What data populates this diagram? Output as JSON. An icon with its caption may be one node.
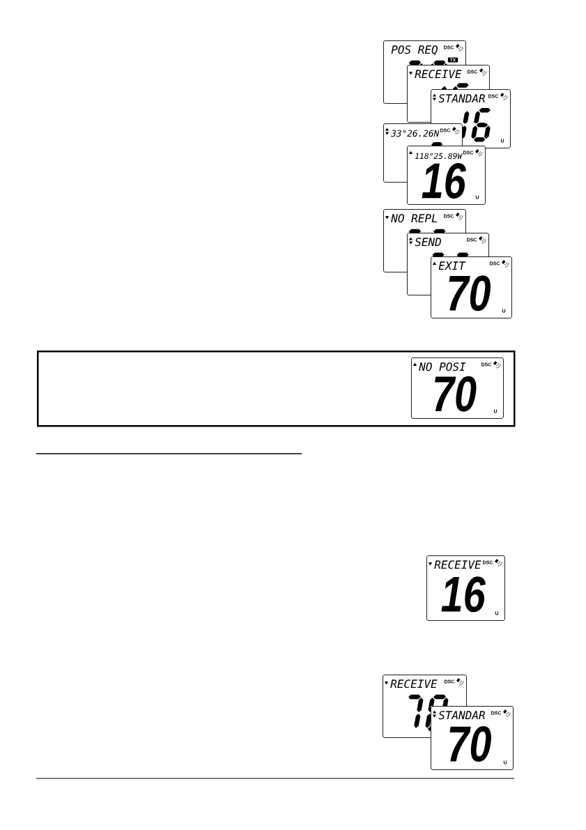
{
  "diagram": {
    "nodes": [
      {
        "text": [
          "POS REQ",
          "DSC",
          "TX"
        ]
      },
      {
        "text": [
          "RECEIVE",
          "DSC"
        ]
      },
      {
        "text": [
          "STANDAR",
          "DSC",
          "U"
        ]
      },
      {
        "text": [
          "33°26.26N",
          "DSC"
        ]
      },
      {
        "text": [
          "118°25.89W",
          "DSC",
          "16",
          "U"
        ]
      },
      {
        "text": [
          "NO REPL",
          "DSC"
        ]
      },
      {
        "text": [
          "SEND",
          "DSC"
        ]
      },
      {
        "text": [
          "EXIT",
          "DSC",
          "70",
          "U"
        ]
      },
      {
        "text": [],
        "shape": "box"
      },
      {
        "text": [
          "NO POSI",
          "DSC",
          "70",
          "U"
        ],
        "in": 8
      },
      {
        "text": [
          "RECEIVE",
          "DSC",
          "16",
          "U"
        ]
      },
      {
        "text": [
          "RECEIVE",
          "DSC"
        ]
      },
      {
        "text": [
          "STANDAR",
          "DSC",
          "70",
          "U"
        ]
      }
    ]
  }
}
